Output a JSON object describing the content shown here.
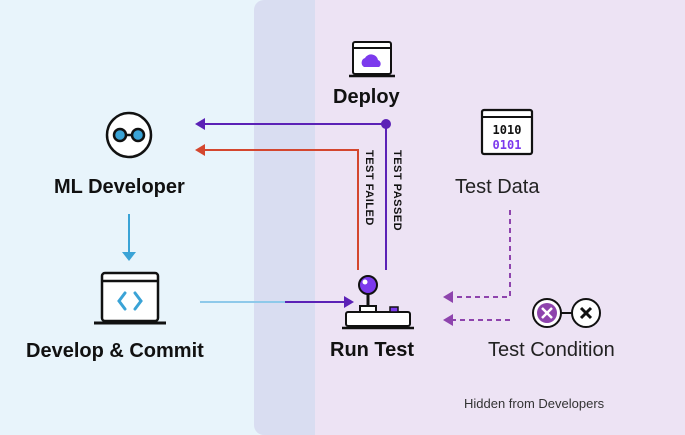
{
  "nodes": {
    "ml_developer": {
      "label": "ML Developer",
      "icon": "glasses-face-icon"
    },
    "develop_commit": {
      "label": "Develop & Commit",
      "icon": "code-window-icon"
    },
    "deploy": {
      "label": "Deploy",
      "icon": "cloud-window-icon"
    },
    "run_test": {
      "label": "Run Test",
      "icon": "joystick-icon"
    },
    "test_data": {
      "label": "Test Data",
      "icon": "binary-data-icon",
      "binary_top": "1010",
      "binary_bottom": "0101"
    },
    "test_condition": {
      "label": "Test Condition",
      "icon": "pass-fail-toggle-icon"
    }
  },
  "edges": {
    "passed": "TEST PASSED",
    "failed": "TEST FAILED"
  },
  "zone_note": "Hidden from Developers",
  "colors": {
    "left_zone": "#e8f4fb",
    "overlap_zone": "#d9ddf1",
    "right_zone": "#ede3f4",
    "purple": "#5b21b6",
    "violet": "#7c3aed",
    "red": "#d4462e",
    "blue": "#3aa3d6",
    "light_purple": "#8e44ad"
  }
}
